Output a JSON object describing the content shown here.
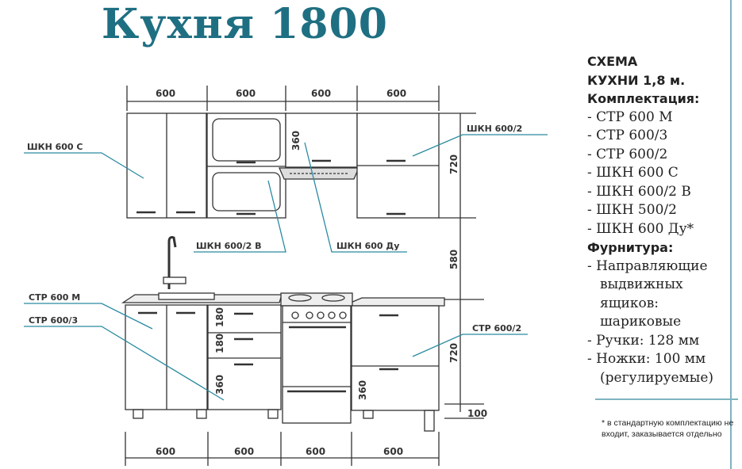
{
  "title": "Кухня 1800",
  "scheme": {
    "heading_line1": "СХЕМА",
    "heading_line2": "КУХНИ 1,8 м.",
    "set_label": "Комплектация:",
    "set_items": [
      "- СТР 600 М",
      "- СТР 600/3",
      "- СТР 600/2",
      "- ШКН 600 С",
      "- ШКН 600/2 В",
      "- ШКН 500/2",
      "- ШКН 600 Ду*"
    ],
    "fittings_label": "Фурнитура:",
    "fittings_items": [
      [
        "- Направляющие",
        "выдвижных",
        "ящиков:",
        "шариковые"
      ],
      [
        "- Ручки: 128 мм"
      ],
      [
        "- Ножки: 100 мм",
        "(регулируемые)"
      ]
    ]
  },
  "footnote": "* в стандартную комплектацию не входит, заказывается отдельно",
  "labels": {
    "shkn600c": "ШКН 600 С",
    "shkn600_2": "ШКН 600/2",
    "shkn600_2v": "ШКН 600/2 В",
    "shkn600du": "ШКН 600 Ду",
    "str600m": "СТР 600 М",
    "str600_3": "СТР 600/3",
    "str600_2": "СТР 600/2"
  },
  "dims": {
    "top_widths": [
      "600",
      "600",
      "600",
      "600"
    ],
    "bottom_widths": [
      "600",
      "600",
      "600",
      "600"
    ],
    "upper_height": "720",
    "gap_height": "580",
    "lower_height": "720",
    "leg_height": "100",
    "hood_gap": "360",
    "drawer1": "180",
    "drawer2": "180",
    "drawer3": "360",
    "oven_drawer": "360"
  },
  "colors": {
    "title": "#1f6f82",
    "accent_line": "#7fb3c0",
    "leader": "#2a8aa0",
    "stroke": "#333333"
  }
}
